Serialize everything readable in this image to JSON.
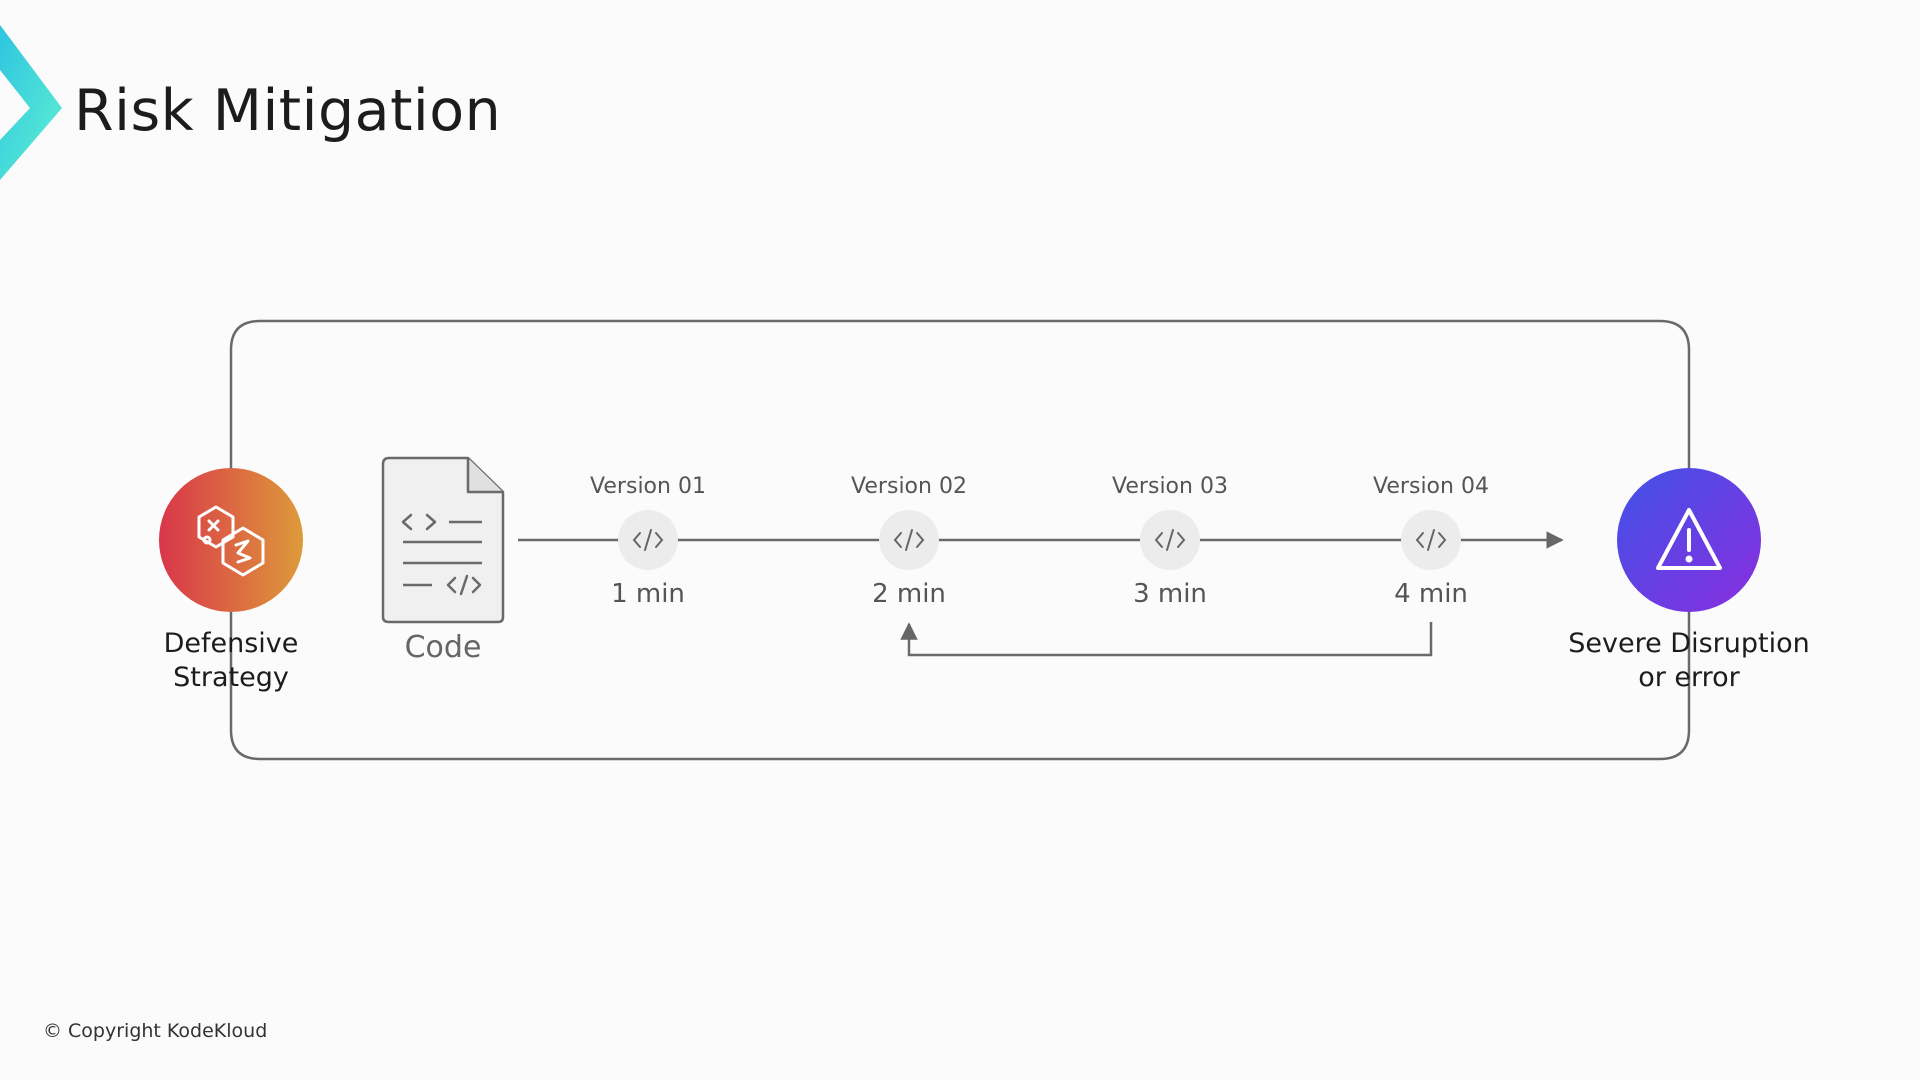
{
  "title": "Risk Mitigation",
  "copyright": "© Copyright KodeKloud",
  "nodes": {
    "defensive": {
      "label": "Defensive Strategy",
      "lines": [
        "Defensive",
        "Strategy"
      ]
    },
    "code": {
      "label": "Code"
    },
    "disruption": {
      "label": "Severe Disruption or error",
      "lines": [
        "Severe Disruption",
        "or error"
      ]
    }
  },
  "versions": [
    {
      "name": "Version 01",
      "time": "1 min"
    },
    {
      "name": "Version 02",
      "time": "2 min"
    },
    {
      "name": "Version 03",
      "time": "3 min"
    },
    {
      "name": "Version 04",
      "time": "4 min"
    }
  ],
  "colors": {
    "accent_gradient": [
      "#2ec5e0",
      "#5ff0d2"
    ],
    "defensive_gradient": [
      "#d8364a",
      "#de9a3a"
    ],
    "disruption_gradient": [
      "#4a4de6",
      "#7c2fe0"
    ],
    "connector": "#666666",
    "version_bubble": "#ececec"
  },
  "icons": {
    "brand": "chevron-logo-icon",
    "defensive": "strategy-hexagons-icon",
    "code_file": "code-file-icon",
    "version": "code-tag-icon",
    "disruption": "warning-triangle-icon"
  }
}
